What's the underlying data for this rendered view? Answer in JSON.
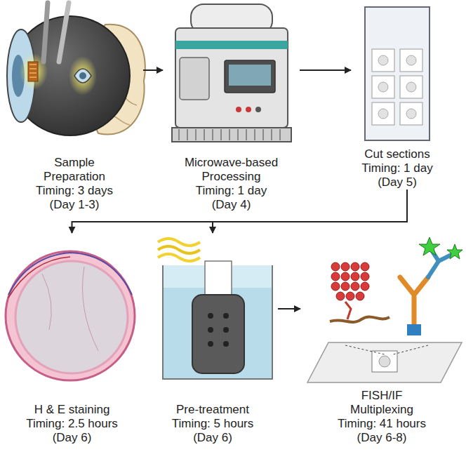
{
  "diagram": {
    "nodes": [
      {
        "text": [
          "Sample Preparation",
          "Timing: 3 days",
          "(Day 1-3)"
        ]
      },
      {
        "text": [
          "Microwave-based Processing",
          "Timing: 1 day",
          "(Day 4)"
        ]
      },
      {
        "text": [
          "Cut sections",
          "Timing: 1 day",
          "(Day 5)"
        ]
      },
      {
        "text": [
          "H & E staining",
          "Timing: 2.5 hours",
          "(Day 6)"
        ]
      },
      {
        "text": [
          "Pre-treatment",
          "Timing: 5 hours",
          "(Day 6)"
        ]
      },
      {
        "text": [
          "FISH/IF Multiplexing",
          "Timing: 41 hours",
          "(Day 6-8)"
        ]
      }
    ],
    "edges": [
      {
        "from": 0,
        "to": 1,
        "arrow": "to"
      },
      {
        "from": 1,
        "to": 2,
        "arrow": "to"
      },
      {
        "from": 2,
        "to": 3,
        "arrow": "to"
      },
      {
        "from": 2,
        "to": 4,
        "arrow": "to"
      },
      {
        "from": 4,
        "to": 5,
        "arrow": "to"
      }
    ]
  }
}
